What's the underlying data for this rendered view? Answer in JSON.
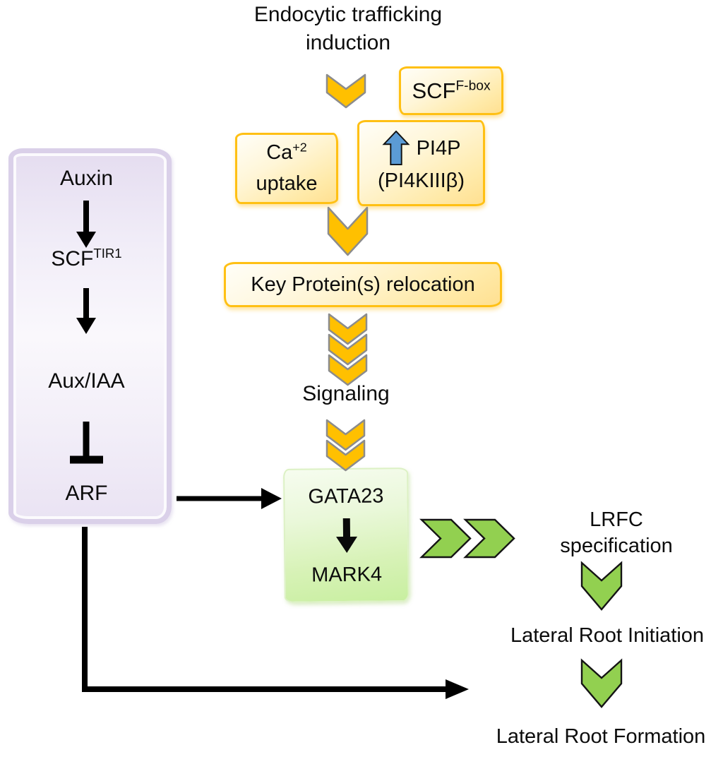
{
  "title": {
    "line1": "Endocytic trafficking",
    "line2": "induction"
  },
  "trafficking": {
    "scf_fbox": {
      "base": "SCF",
      "sup": "F-box"
    },
    "ca_uptake": {
      "base": "Ca",
      "sup": "+2",
      "line2": "uptake"
    },
    "pi4p": {
      "line1": "PI4P",
      "line2": "(PI4KIIIβ)"
    },
    "relocation_banner": "Key Protein(s) relocation",
    "signaling": "Signaling"
  },
  "auxin_pathway": {
    "auxin": "Auxin",
    "scf_tir1": {
      "base": "SCF",
      "sup": "TIR1"
    },
    "aux_iaa": "Aux/IAA",
    "arf": "ARF"
  },
  "gata_box": {
    "top": "GATA23",
    "bottom": "MARK4"
  },
  "outcomes": {
    "lrfc_line1": "LRFC",
    "lrfc_line2": "specification",
    "initiation": "Lateral Root Initiation",
    "formation": "Lateral Root Formation"
  },
  "icons": {
    "chevron-down-gold": "gold V-chevron, gray outline",
    "chevron-down-green": "green V-chevron, black outline",
    "chevron-right-green": "green right-pointing chevron, black outline",
    "up-arrow-blue": "blue increase arrow, black outline",
    "arrow-down-black": "solid black downward arrow",
    "arrow-right-black": "solid black rightward arrow",
    "inhibition-tbar": "black T-bar repression symbol",
    "elbow-arrow-black": "black elbow connector with arrowhead"
  },
  "colors": {
    "gold_fill": "#FFC000",
    "gold_stroke": "#8C8C8C",
    "yellow_box_border": "#FFC014",
    "yellow_box_fill": "#FFE9A9",
    "green_chevron": "#92D050",
    "green_box_fill": "#C8EFA0",
    "blue_arrow": "#5B9BD5",
    "purple_border": "#DAD0E9",
    "purple_fill": "#F1EDF8",
    "connector_black": "#000000",
    "text": "#0C0C0C"
  }
}
